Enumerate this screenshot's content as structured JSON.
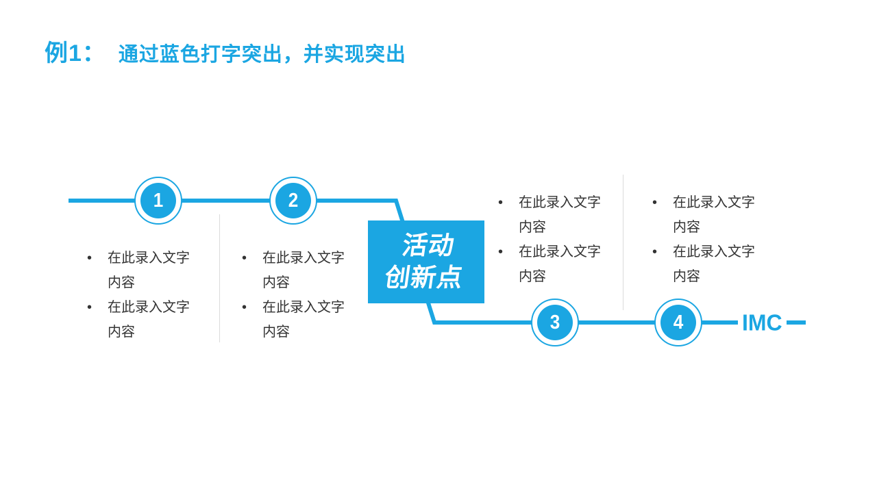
{
  "title": {
    "prefix": "例1：",
    "text": "通过蓝色打字突出，并实现突出"
  },
  "colors": {
    "accent": "#1BA6E2",
    "body_text": "#333333",
    "divider": "#DBDBDB",
    "box_text": "#FFFFFF"
  },
  "center_box": {
    "line1": "活动",
    "line2": "创新点"
  },
  "steps": [
    {
      "number": "1",
      "bullets": [
        "在此录入文字内容",
        "在此录入文字内容"
      ]
    },
    {
      "number": "2",
      "bullets": [
        "在此录入文字内容",
        "在此录入文字内容"
      ]
    },
    {
      "number": "3",
      "bullets": [
        "在此录入文字内容",
        "在此录入文字内容"
      ]
    },
    {
      "number": "4",
      "bullets": [
        "在此录入文字内容",
        "在此录入文字内容"
      ]
    }
  ],
  "footer_label": "IMC"
}
